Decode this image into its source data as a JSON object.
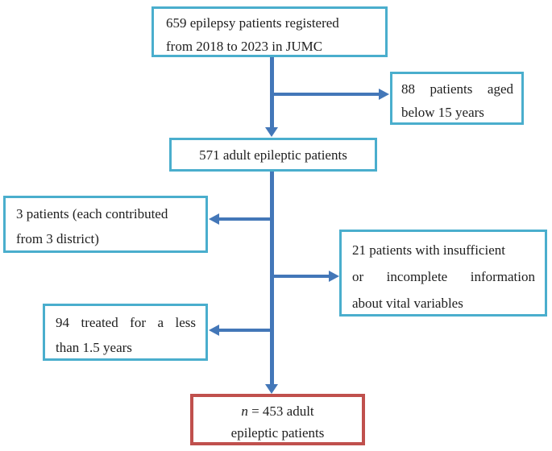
{
  "colors": {
    "box_border": "#4aaecd",
    "arrow": "#4377b8",
    "final_border": "#c0504d",
    "text": "#202020",
    "background": "#ffffff"
  },
  "nodes": {
    "registered": {
      "line1": "659 epilepsy patients registered",
      "line2": "from 2018 to 2023 in JUMC"
    },
    "under15": {
      "line1": "88 patients aged",
      "line2": "below 15 years"
    },
    "adult": {
      "line1": "571 adult epileptic patients"
    },
    "district": {
      "line1": "3 patients (each contributed",
      "line2": "from 3 district)"
    },
    "incomplete": {
      "line1": "21 patients with insufficient",
      "line2": "or incomplete information",
      "line3": "about vital variables"
    },
    "shorttreat": {
      "line1": "94 treated for a less",
      "line2": "than 1.5 years"
    },
    "final": {
      "variable": "n",
      "line1_rest": " = 453 adult",
      "line2": "epileptic patients"
    }
  }
}
